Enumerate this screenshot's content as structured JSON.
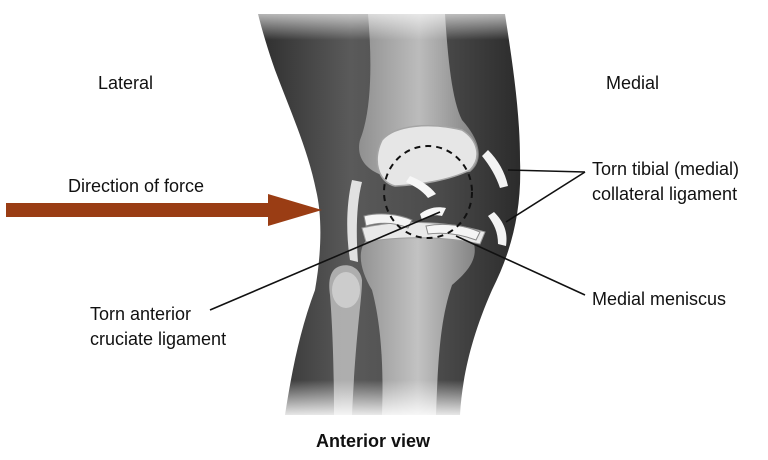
{
  "labels": {
    "lateral": "Lateral",
    "medial": "Medial",
    "direction_of_force": "Direction of force",
    "torn_tibial_line1": "Torn tibial (medial)",
    "torn_tibial_line2": "collateral ligament",
    "torn_acl_line1": "Torn anterior",
    "torn_acl_line2": "cruciate ligament",
    "medial_meniscus": "Medial meniscus",
    "view_caption": "Anterior view"
  },
  "colors": {
    "force_arrow": "#9a3d14",
    "leader_line": "#111111",
    "tissue_dark": "#3a3a3a",
    "tissue_mid": "#6e6e6e",
    "bone": "#d9d9d9",
    "ligament": "#f2f2f2"
  }
}
